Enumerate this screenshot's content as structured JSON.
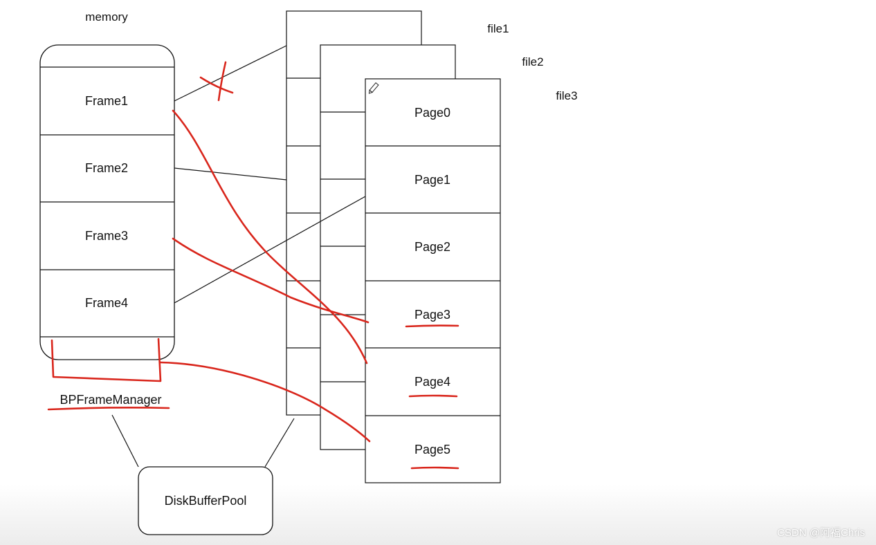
{
  "memory_label": "memory",
  "frames": [
    "Frame1",
    "Frame2",
    "Frame3",
    "Frame4"
  ],
  "files": [
    "file1",
    "file2",
    "file3"
  ],
  "pages": [
    "Page0",
    "Page1",
    "Page2",
    "Page3",
    "Page4",
    "Page5"
  ],
  "frame_manager_label": "BPFrameManager",
  "buffer_pool_label": "DiskBufferPool",
  "watermark": "CSDN @阿福Chris",
  "colors": {
    "annotation_red": "#d9261c",
    "line": "#111111",
    "background": "#ffffff"
  }
}
